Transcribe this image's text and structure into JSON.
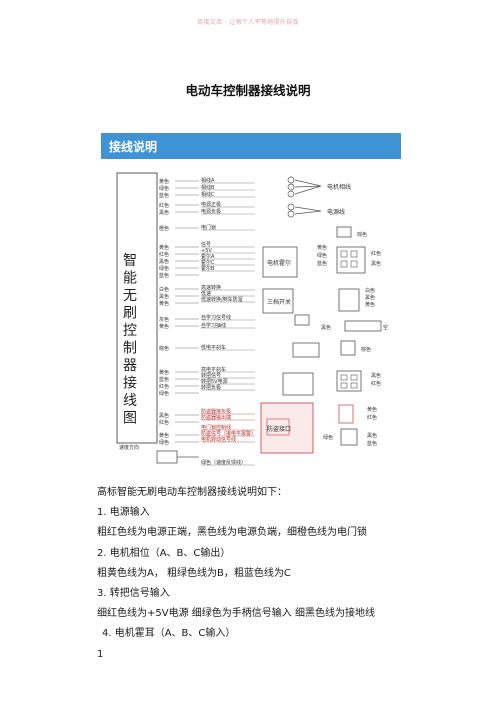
{
  "watermark": "百度文库 - 让每个人平等地提升自我",
  "title": "电动车控制器接线说明",
  "diagram": {
    "header": "接线说明",
    "controller_label": [
      "智",
      "能",
      "无",
      "刷",
      "控",
      "制",
      "器",
      "接",
      "线",
      "图"
    ],
    "left_colors": [
      "黄色",
      "绿色",
      "蓝色",
      "红色",
      "黑色",
      "橙色",
      "黄色",
      "红色",
      "黑色",
      "绿色",
      "蓝色",
      "白色",
      "黑色",
      "黄色",
      "灰色",
      "黄色",
      "棕色",
      "黄色",
      "蓝色",
      "红色",
      "绿色",
      "黑色",
      "红色",
      "黄色",
      "绿色"
    ],
    "wire_labels": [
      "相线A",
      "相线B",
      "相线C",
      "电源正极",
      "电源负极",
      "电门锁",
      "信号",
      "+5V",
      "霍尔A",
      "霍尔C",
      "霍尔B",
      "高速转换",
      "低速",
      "低速转换/倒车防溜",
      "自学习信号线",
      "自学习抽线",
      "低电平刹车",
      "高电平刹车",
      "转把信号",
      "转把5V电源",
      "转把负极",
      "防盗器接负极",
      "防盗器输出端",
      "电门锁控制线",
      "防盗信号（接电平报警）",
      "电机转动信号线",
      "绿色（速度反馈线）"
    ],
    "box_labels": [
      "电机相线",
      "电源线",
      "电机霍尔",
      "三档开关",
      "防盗接口"
    ],
    "right_labels": [
      "棕色",
      "黄色",
      "绿色",
      "蓝色",
      "红色",
      "黑色",
      "白色",
      "黑色",
      "黄色",
      "黑色",
      "空",
      "棕色",
      "黑色",
      "红色",
      "黄色",
      "红色",
      "绿色",
      "黑色",
      "蓝色"
    ],
    "wheel_label": "速度方向"
  },
  "paragraphs": [
    "高标智能无刷电动车控制器接线说明如下：",
    "1.   电源输入",
    "粗红色线为电源正端，黑色线为电源负端，细橙色线为电门锁",
    "2.   电机相位（A、B、C输出）",
    "粗黄色线为A，  粗绿色线为B，粗蓝色线为C",
    "3.   转把信号输入",
    "细红色线为+5V电源      细绿色为手柄信号输入 细黑色线为接地线",
    "4.   电机霍耳（A、B、C输入）",
    "1"
  ]
}
